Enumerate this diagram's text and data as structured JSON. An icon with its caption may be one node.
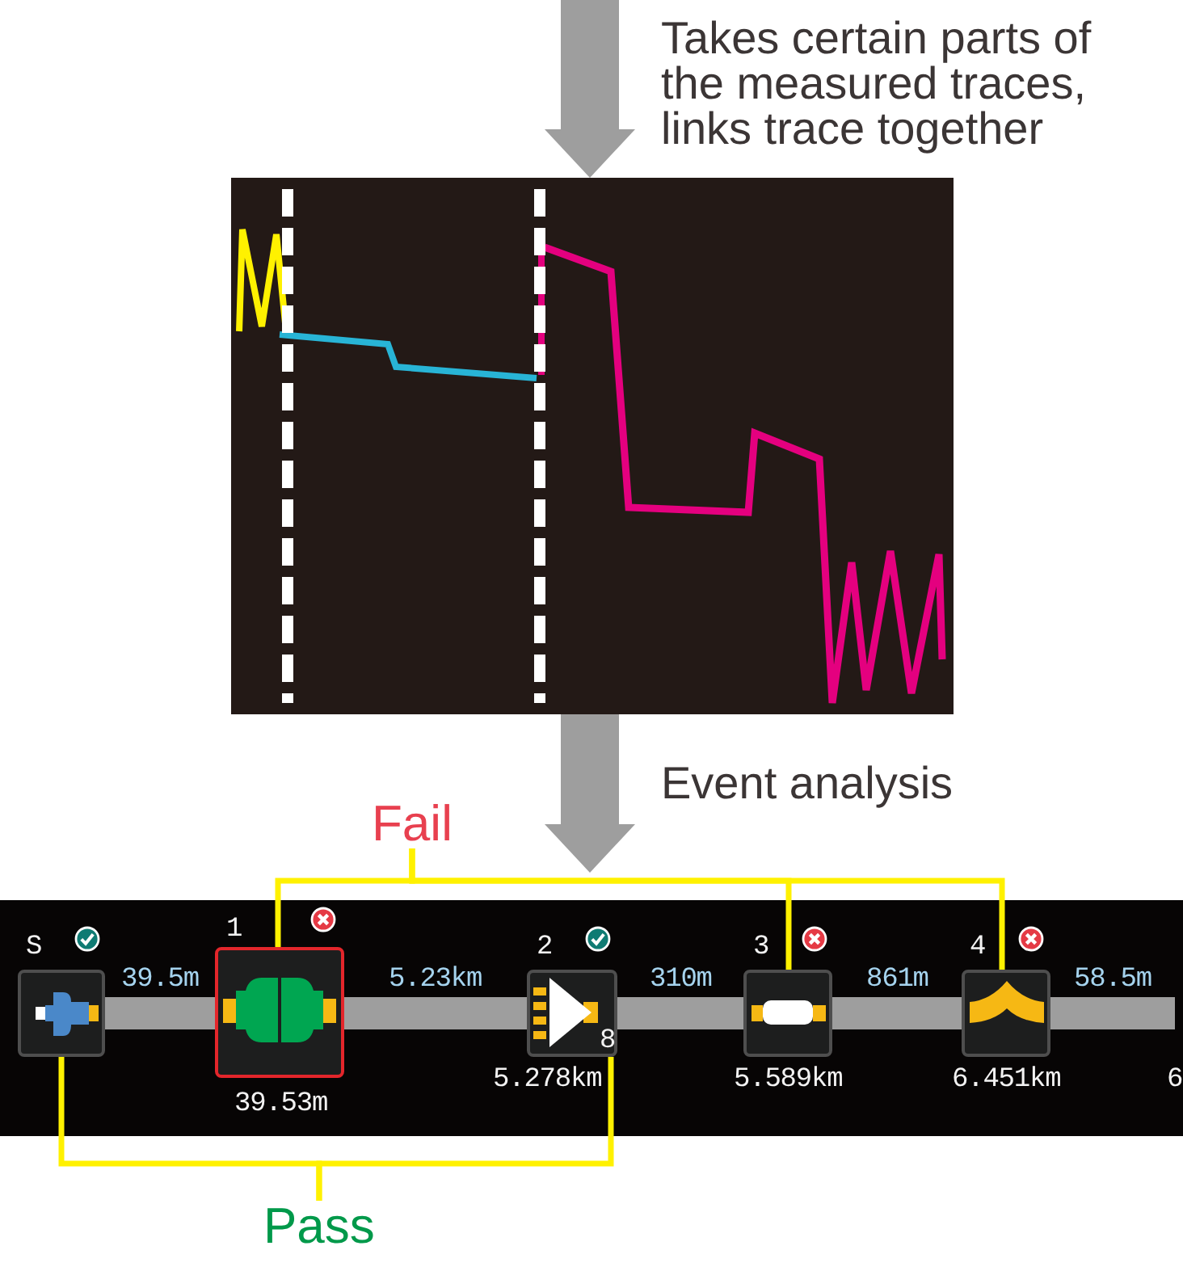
{
  "diagram": {
    "nodes": [
      {
        "text": [],
        "shape": "picture"
      },
      {
        "text": [
          "Fail"
        ]
      },
      {
        "text": [],
        "shape": "box"
      },
      {
        "text": [],
        "shape": "box",
        "in": 2,
        "beside": [
          "S"
        ]
      },
      {
        "text": [],
        "shape": "box",
        "in": 2,
        "beside": [
          "1",
          "39.53m"
        ]
      },
      {
        "text": [
          "8"
        ],
        "in": 2,
        "beside": [
          "2",
          "5.278km"
        ]
      },
      {
        "text": [],
        "shape": "box",
        "in": 2,
        "beside": [
          "3",
          "5.589km"
        ]
      },
      {
        "text": [],
        "shape": "box",
        "in": 2,
        "beside": [
          "4",
          "6.451km"
        ]
      },
      {
        "text": [
          "Pass"
        ]
      }
    ],
    "edges": [
      {
        "from": null,
        "to": 0,
        "arrow": "to",
        "style": "thick",
        "label": "Takes certain parts of the measured traces, links trace together"
      },
      {
        "from": 0,
        "to": 2,
        "arrow": "to",
        "style": "thick",
        "label": "Event analysis"
      },
      {
        "from": 3,
        "to": 4,
        "arrow": "none",
        "style": "thick",
        "label": "39.5m"
      },
      {
        "from": 4,
        "to": 5,
        "arrow": "none",
        "style": "thick",
        "label": "5.23km"
      },
      {
        "from": 5,
        "to": 6,
        "arrow": "none",
        "style": "thick",
        "label": "310m"
      },
      {
        "from": 6,
        "to": 7,
        "arrow": "none",
        "style": "thick",
        "label": "861m"
      },
      {
        "from": 7,
        "to": null,
        "arrow": "none",
        "style": "thick",
        "label": "58.5m"
      },
      {
        "from": 1,
        "to": 4,
        "arrow": "none",
        "color": "#fff100"
      },
      {
        "from": 1,
        "to": 6,
        "arrow": "none",
        "color": "#fff100"
      },
      {
        "from": 1,
        "to": 7,
        "arrow": "none",
        "color": "#fff100"
      },
      {
        "from": 8,
        "to": 3,
        "arrow": "none",
        "color": "#fff100"
      },
      {
        "from": 8,
        "to": 5,
        "arrow": "none",
        "color": "#fff100"
      }
    ],
    "labels": [
      "6"
    ]
  }
}
